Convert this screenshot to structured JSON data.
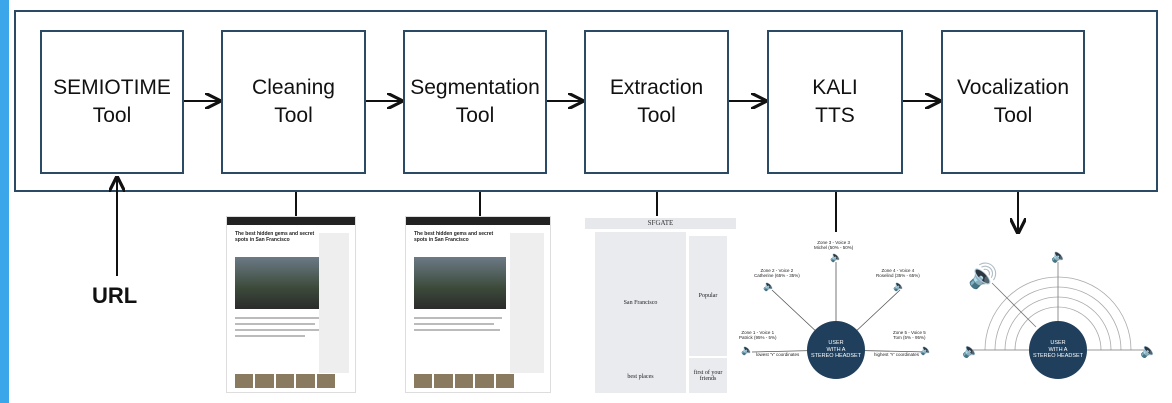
{
  "pipeline": {
    "boxes": [
      {
        "label": "SEMIOTIME\nTool"
      },
      {
        "label": "Cleaning\nTool"
      },
      {
        "label": "Segmentation\nTool"
      },
      {
        "label": "Extraction\nTool"
      },
      {
        "label": "KALI\nTTS"
      },
      {
        "label": "Vocalization\nTool"
      }
    ],
    "input_label": "URL"
  },
  "article_thumb": {
    "headline": "The best hidden gems and secret spots in San Francisco"
  },
  "segmentation": {
    "title": "SFGATE",
    "cells": [
      "San Francisco",
      "Popular",
      "best places",
      "first of your friends"
    ]
  },
  "tts_diagram": {
    "center": "USER\nWITH A\nSTEREO HEADSET",
    "zones": [
      {
        "label": "Zone 1 - Voice 1",
        "voice": "Patrick (95% - 5%)"
      },
      {
        "label": "Zone 2 - Voice 2",
        "voice": "Catherine (65% - 35%)"
      },
      {
        "label": "Zone 3 - Voice 3",
        "voice": "Michel (50% - 50%)"
      },
      {
        "label": "Zone 4 - Voice 4",
        "voice": "Roselind (35% - 65%)"
      },
      {
        "label": "Zone 5 - Voice 5",
        "voice": "Tom (5% - 95%)"
      }
    ],
    "left_axis": "lowest 'Y' coordinates",
    "right_axis": "highest 'Y' coordinates"
  },
  "vocalization_diagram": {
    "center": "USER\nWITH A\nSTEREO HEADSET"
  },
  "colors": {
    "accent": "#3ba6ea",
    "stroke": "#2a4a66",
    "circle": "#1f3f5c"
  }
}
